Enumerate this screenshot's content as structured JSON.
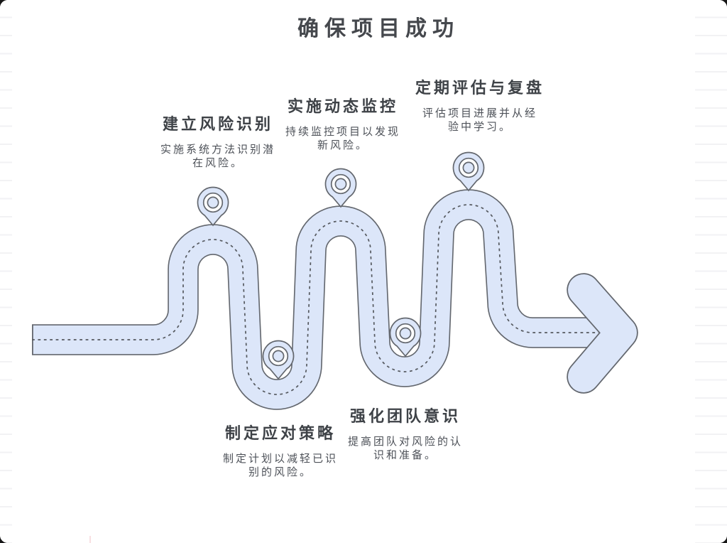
{
  "title": "确保项目成功",
  "milestones": [
    {
      "heading": "建立风险识别",
      "line1": "实施系统方法识别潜",
      "line2": "在风险。"
    },
    {
      "heading": "实施动态监控",
      "line1": "持续监控项目以发现",
      "line2": "新风险。"
    },
    {
      "heading": "定期评估与复盘",
      "line1": "评估项目进展并从经",
      "line2": "验中学习。"
    },
    {
      "heading": "制定应对策略",
      "line1": "制定计划以减轻已识",
      "line2": "别的风险。"
    },
    {
      "heading": "强化团队意识",
      "line1": "提高团队对风险的认",
      "line2": "识和准备。"
    }
  ],
  "colors": {
    "road_fill": "#dce6f9",
    "road_outline": "#63676e",
    "dash": "#55595f",
    "pin_fill": "#dce6f9",
    "pin_ring_fill": "#ffffff",
    "title_text": "#45484d",
    "heading_text": "#3e4247",
    "body_text": "#4d5158"
  }
}
